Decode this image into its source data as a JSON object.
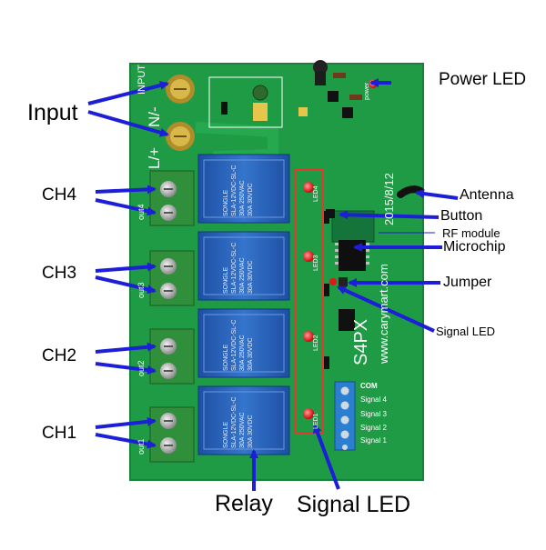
{
  "labels": {
    "input": "Input",
    "power_led": "Power LED",
    "ch4": "CH4",
    "ch3": "CH3",
    "ch2": "CH2",
    "ch1": "CH1",
    "antenna": "Antenna",
    "button": "Button",
    "rf_module": "RF module",
    "microchip": "Microchip",
    "jumper": "Jumper",
    "signal_led_right": "Signal LED",
    "relay": "Relay",
    "signal_led_bottom": "Signal LED"
  },
  "board": {
    "model": "S4PX",
    "website": "www.carymart.com",
    "date": "2015/8/12",
    "input_terminals": [
      "N/-",
      "L/+"
    ],
    "input_tag": "INPUT",
    "channel_tags": [
      "out4",
      "out3",
      "out2",
      "out1"
    ],
    "relay_brand": "SONGLE",
    "relay_model": "SLA-12VDC-SL-C",
    "relay_rating_1": "30A 250VAC",
    "relay_rating_2": "30A 30VDC",
    "led_tags": [
      "LED4",
      "LED3",
      "LED2",
      "LED1"
    ],
    "power_led_tag": "power",
    "signal_header_title": "COM",
    "signal_pins": [
      "Signal 4",
      "Signal 3",
      "Signal 2",
      "Signal 1"
    ]
  },
  "colors": {
    "pcb_green": "#1f9a45",
    "terminal_green": "#2f8f3a",
    "relay_blue": "#2a63b8",
    "arrow_blue": "#1d1fd8",
    "led_red": "#e01818",
    "header_blue": "#2b7fd0"
  }
}
